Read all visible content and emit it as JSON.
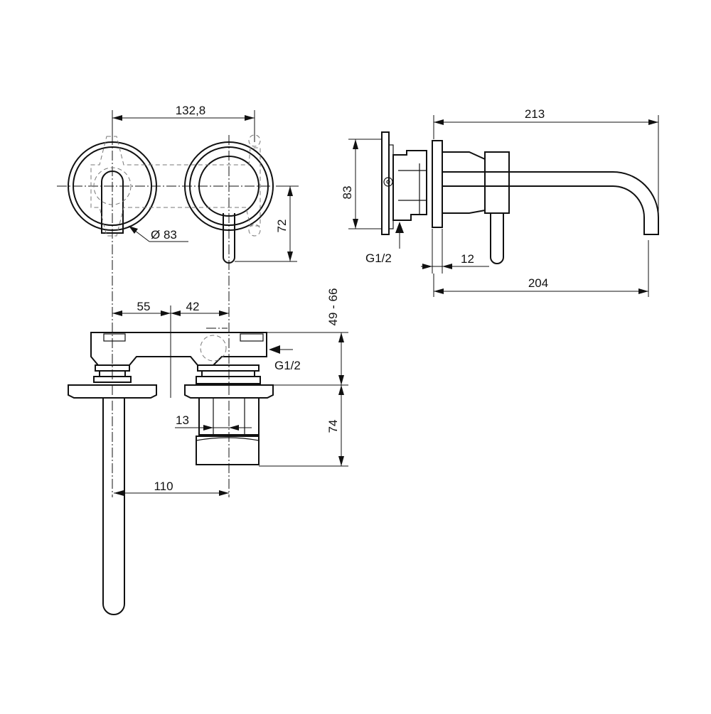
{
  "dimensions": {
    "width_between_centers": "132,8",
    "rosette_diameter": "Ø 83",
    "handle_drop": "72",
    "overall_depth": "213",
    "spout_projection": "204",
    "rosette_height": "83",
    "flange_thickness": "12",
    "inlet_thread_side": "G1/2",
    "inlet_thread_top": "G1/2",
    "offset_left": "55",
    "offset_right": "42",
    "wall_range": "49 - 66",
    "body_depth": "74",
    "cartridge_width": "13",
    "spout_offset": "110"
  }
}
